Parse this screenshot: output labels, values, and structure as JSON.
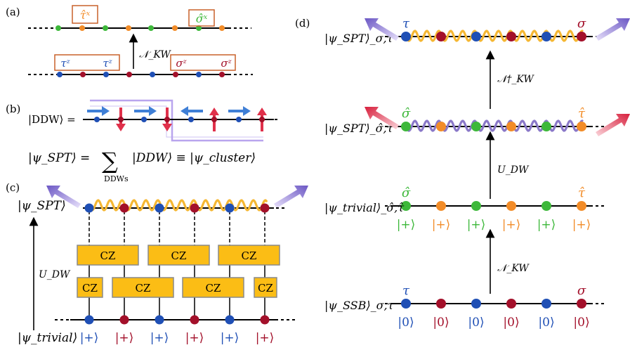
{
  "panels": {
    "a": "(a)",
    "b": "(b)",
    "c": "(c)",
    "d": "(d)"
  },
  "panel_a": {
    "top_boxes": [
      "τ̂ˣ",
      "σ̂ˣ"
    ],
    "bottom_boxes": [
      [
        "τᶻ",
        "τᶻ"
      ],
      [
        "σᶻ",
        "σᶻ"
      ]
    ],
    "map_label": "𝒩_KW"
  },
  "panel_b": {
    "ket": "|DDW⟩ =",
    "sum_lhs": "|ψ_SPT⟩ =",
    "sum_symbol": "∑",
    "sum_index": "DDWs",
    "sum_rhs": "|DDW⟩ ≡ |ψ_cluster⟩"
  },
  "panel_c": {
    "top_state": "|ψ_SPT⟩",
    "bottom_state": "|ψ_trivial⟩",
    "arrow_label": "U_DW",
    "gate_label": "CZ",
    "kets": [
      "|+⟩",
      "|+⟩",
      "|+⟩",
      "|+⟩",
      "|+⟩",
      "|+⟩"
    ]
  },
  "panel_d": {
    "rows": [
      {
        "state": "|ψ_SPT⟩_σ,τ",
        "left_site": "τ",
        "right_site": "σ"
      },
      {
        "state": "|ψ_SPT⟩_σ̂,τ̂",
        "left_site": "σ̂",
        "right_site": "τ̂"
      },
      {
        "state": "|ψ_trivial⟩_σ̂,τ̂",
        "left_site": "σ̂",
        "right_site": "τ̂",
        "kets": [
          "|+⟩",
          "|+⟩",
          "|+⟩",
          "|+⟩",
          "|+⟩",
          "|+⟩"
        ]
      },
      {
        "state": "|ψ_SSB⟩_σ,τ",
        "left_site": "τ",
        "right_site": "σ",
        "kets": [
          "|0⟩",
          "|0⟩",
          "|0⟩",
          "|0⟩",
          "|0⟩",
          "|0⟩"
        ]
      }
    ],
    "arrow_labels": [
      "𝒩†_KW",
      "U_DW",
      "𝒩_KW"
    ]
  },
  "colors": {
    "blue": "#1f4fb5",
    "red": "#a3102a",
    "green": "#3db83a",
    "orange": "#f28c28",
    "gold_wave": "#f5b733",
    "purple_wave": "#8a78c8",
    "gate_fill": "#fbbd15",
    "box_border": "#c8602a",
    "arrow_blue": "#3f7fd6",
    "arrow_red": "#e0304a",
    "ddw_wall": "#b9a5ee"
  }
}
